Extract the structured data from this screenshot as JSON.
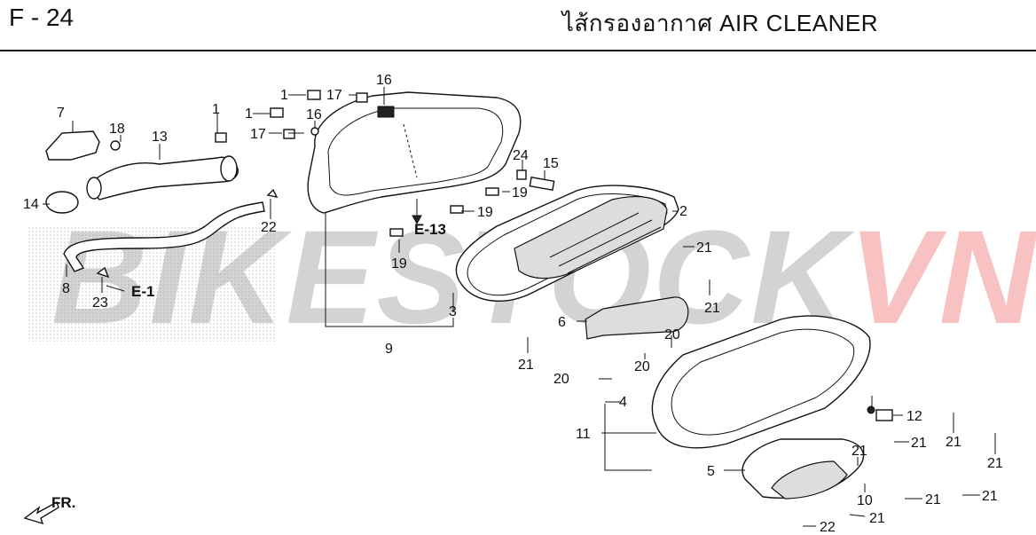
{
  "header": {
    "page_code": "F - 24",
    "title": "ไส้กรองอากาศ  AIR CLEANER"
  },
  "watermark": {
    "main": "BIKESTOCK",
    "accent": "VN"
  },
  "direction_label": "FR.",
  "references": [
    "E-13",
    "E-1"
  ],
  "callouts": [
    "1",
    "1",
    "1",
    "2",
    "3",
    "4",
    "5",
    "6",
    "7",
    "8",
    "9",
    "10",
    "11",
    "12",
    "13",
    "14",
    "15",
    "16",
    "16",
    "17",
    "17",
    "18",
    "19",
    "19",
    "19",
    "20",
    "20",
    "20",
    "21",
    "21",
    "21",
    "21",
    "21",
    "21",
    "21",
    "21",
    "21",
    "21",
    "22",
    "22",
    "23",
    "24"
  ]
}
